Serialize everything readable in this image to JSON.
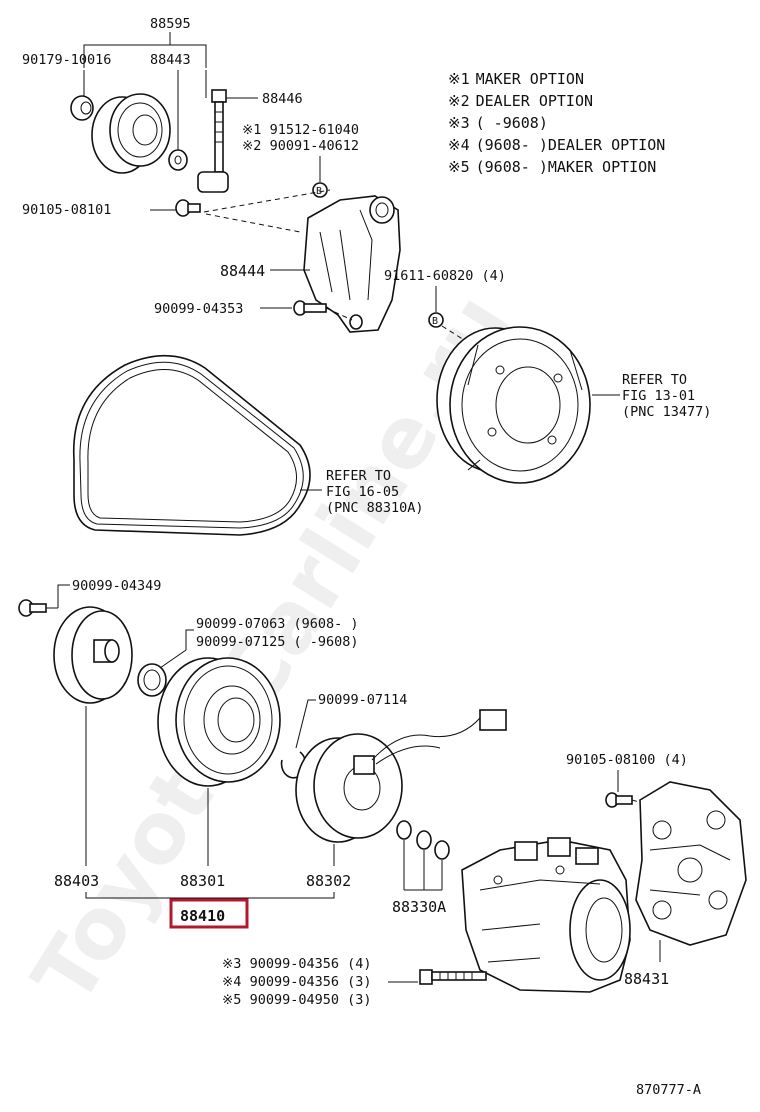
{
  "watermark": "Toyota-Carline.ru",
  "notes": [
    {
      "mark": "※1",
      "text": "MAKER OPTION"
    },
    {
      "mark": "※2",
      "text": "DEALER OPTION"
    },
    {
      "mark": "※3",
      "text": "(     -9608)"
    },
    {
      "mark": "※4",
      "text": "(9608-     )DEALER OPTION"
    },
    {
      "mark": "※5",
      "text": "(9608-     )MAKER OPTION"
    }
  ],
  "parts": {
    "p88595": "88595",
    "p90179_10016": "90179-10016",
    "p88443": "88443",
    "p88446": "88446",
    "p91512_61040": "※1 91512-61040",
    "p90091_40612": "※2 90091-40612",
    "p90105_08101": "90105-08101",
    "p88444": "88444",
    "p91611_60820": "91611-60820 (4)",
    "p90099_04353": "90099-04353",
    "p90099_04349": "90099-04349",
    "p90099_07063": "90099-07063 (9608-    )",
    "p90099_07125": "90099-07125 (     -9608)",
    "p90099_07114": "90099-07114",
    "p90105_08100": "90105-08100 (4)",
    "p88403": "88403",
    "p88301": "88301",
    "p88302": "88302",
    "p88410": "88410",
    "p88330A": "88330A",
    "p88431": "88431",
    "p90099_04356_4": "※3 90099-04356 (4)",
    "p90099_04356_3": "※4 90099-04356 (3)",
    "p90099_04950_3": "※5 90099-04950 (3)"
  },
  "refer_pulley": {
    "line1": "REFER TO",
    "line2": "FIG 13-01",
    "line3": "(PNC 13477)"
  },
  "refer_belt": {
    "line1": "REFER TO",
    "line2": "FIG 16-05",
    "line3": "(PNC 88310A)"
  },
  "callouts": {
    "b1": "B",
    "b2": "B"
  },
  "figure_id": "870777-A",
  "colors": {
    "highlight": "#b5172e",
    "ink": "#111111"
  }
}
